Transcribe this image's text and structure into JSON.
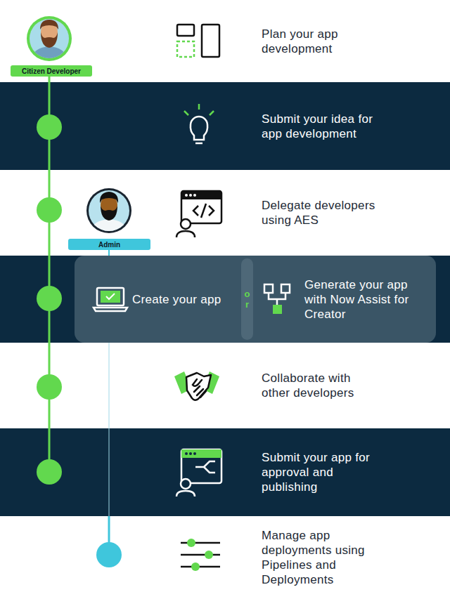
{
  "diagram": {
    "nodes": [
      {
        "text": [
          "Plan your app development"
        ]
      },
      {
        "text": [
          "Citizen Developer"
        ],
        "in": 0
      },
      {
        "text": [
          "Submit your idea for app development"
        ]
      },
      {
        "text": [
          "Delegate developers using AES"
        ]
      },
      {
        "text": [
          "Admin"
        ],
        "in": 3
      },
      {
        "text": [
          "Create your app",
          "Generate your app with Now Assist for Creator"
        ]
      },
      {
        "text": [
          "or"
        ],
        "in": 5
      },
      {
        "text": [
          "Collaborate with other developers"
        ]
      },
      {
        "text": [
          "Submit your app for approval and publishing"
        ]
      },
      {
        "text": [
          "Manage app deployments using Pipelines and Deployments"
        ]
      }
    ]
  }
}
